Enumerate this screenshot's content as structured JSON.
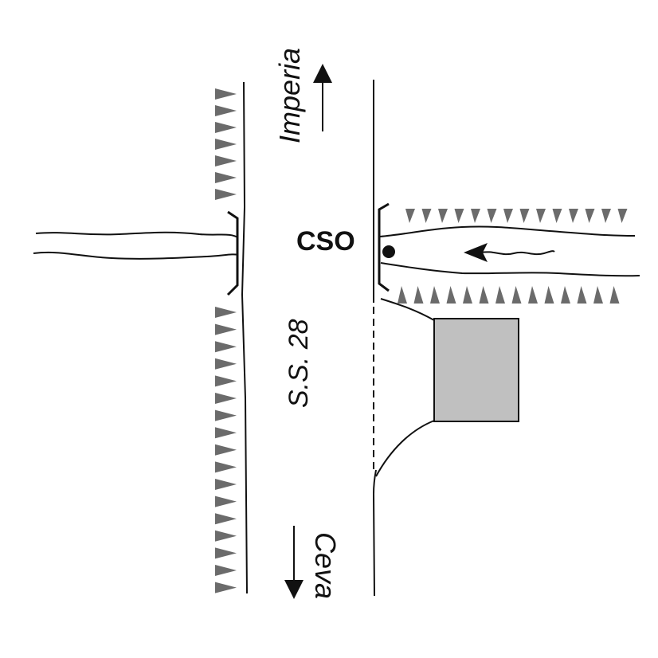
{
  "map": {
    "road_name": "S.S. 28",
    "station_label": "CSO",
    "direction_north": "Imperia",
    "direction_south": "Ceva",
    "colors": {
      "ink": "#111111",
      "hatch": "#6b6b6b",
      "building_fill": "#c0c0c0"
    }
  }
}
